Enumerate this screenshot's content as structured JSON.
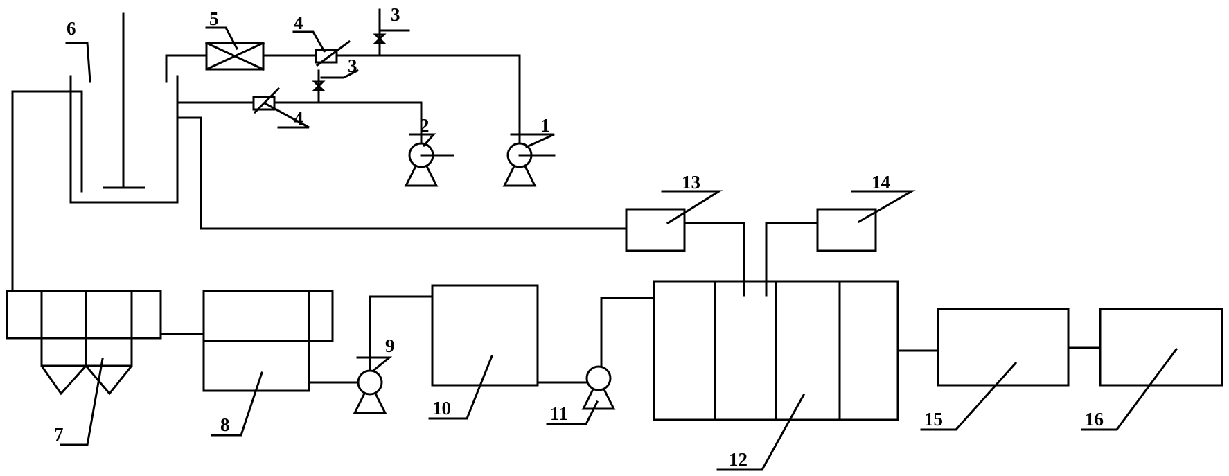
{
  "labels": {
    "pump_1": "1",
    "pump_2": "2",
    "valve_3_top": "3",
    "valve_3_mid": "3",
    "flowmeter_4_top": "4",
    "flowmeter_4_low": "4",
    "unit_5": "5",
    "tank_6": "6",
    "unit_7": "7",
    "unit_8": "8",
    "pump_9": "9",
    "tank_10": "10",
    "pump_11": "11",
    "unit_12": "12",
    "unit_13": "13",
    "unit_14": "14",
    "unit_15": "15",
    "unit_16": "16"
  }
}
